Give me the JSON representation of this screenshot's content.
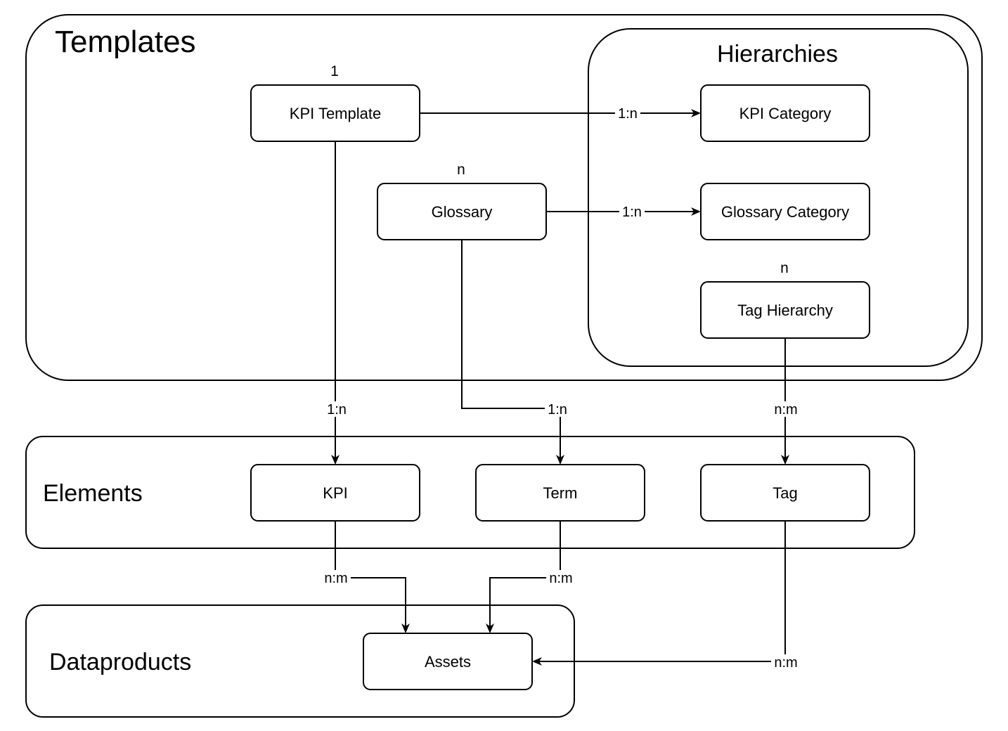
{
  "groups": {
    "templates": "Templates",
    "hierarchies": "Hierarchies",
    "elements": "Elements",
    "dataproducts": "Dataproducts"
  },
  "nodes": {
    "kpi_template": "KPI Template",
    "glossary": "Glossary",
    "kpi_category": "KPI Category",
    "glossary_category": "Glossary Category",
    "tag_hierarchy": "Tag Hierarchy",
    "kpi": "KPI",
    "term": "Term",
    "tag": "Tag",
    "assets": "Assets"
  },
  "multiplicities": {
    "kpi_template": "1",
    "glossary": "n",
    "tag_hierarchy": "n"
  },
  "edges": {
    "kpi_template_to_kpi_category": "1:n",
    "glossary_to_glossary_category": "1:n",
    "kpi_template_to_kpi": "1:n",
    "glossary_to_term": "1:n",
    "tag_hierarchy_to_tag": "n:m",
    "kpi_to_assets": "n:m",
    "term_to_assets": "n:m",
    "tag_to_assets": "n:m"
  }
}
